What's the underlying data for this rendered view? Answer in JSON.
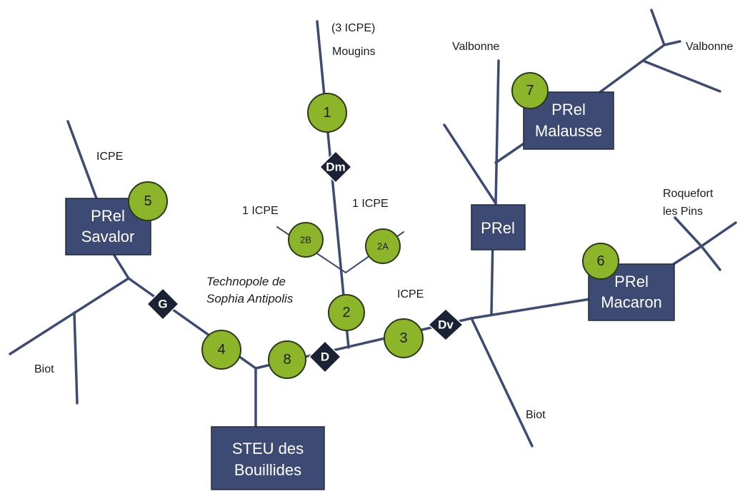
{
  "boxes": {
    "steu": [
      "STEU des",
      "Bouillides"
    ],
    "savalor": [
      "PRel",
      "Savalor"
    ],
    "malausse": [
      "PRel",
      "Malausse"
    ],
    "prel_center": [
      "PRel"
    ],
    "macaron": [
      "PRel",
      "Macaron"
    ]
  },
  "nodes": {
    "n1": "1",
    "n2": "2",
    "n2a": "2A",
    "n2b": "2B",
    "n3": "3",
    "n4": "4",
    "n5": "5",
    "n6": "6",
    "n7": "7",
    "n8": "8"
  },
  "valves": {
    "g": "G",
    "d": "D",
    "dm": "Dm",
    "dv": "Dv"
  },
  "labels": {
    "three_icpe": "(3 ICPE)",
    "mougins": "Mougins",
    "valbonne_left": "Valbonne",
    "valbonne_right": "Valbonne",
    "icpe_savalor": "ICPE",
    "one_icpe_left": "1 ICPE",
    "one_icpe_right": "1 ICPE",
    "roquefort": [
      "Roquefort",
      "les Pins"
    ],
    "technopole": [
      "Technopole de",
      "Sophia Antipolis"
    ],
    "icpe_node3": "ICPE",
    "biot_left": "Biot",
    "biot_bottom": "Biot"
  }
}
